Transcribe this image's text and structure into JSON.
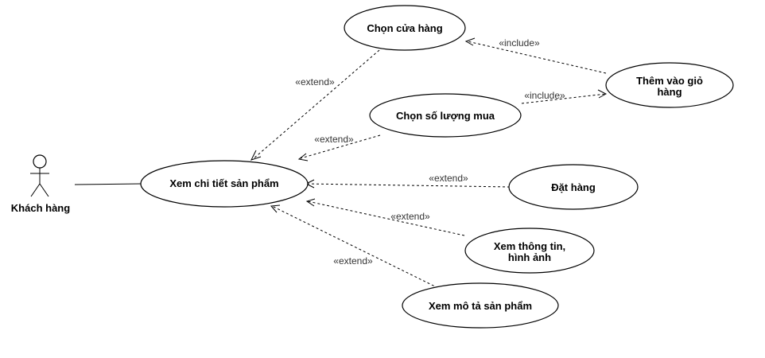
{
  "actor": {
    "name": "Khách hàng"
  },
  "use_cases": {
    "main": "Xem chi tiết sản phẩm",
    "choose_store": "Chọn cửa hàng",
    "choose_quantity": "Chọn số lượng mua",
    "add_to_cart_line1": "Thêm vào giỏ",
    "add_to_cart_line2": "hàng",
    "order": "Đặt hàng",
    "view_info_line1": "Xem thông tin,",
    "view_info_line2": "hình ảnh",
    "view_description": "Xem mô tả sản phẩm"
  },
  "relations": {
    "extend": "«extend»",
    "include": "«include»"
  }
}
